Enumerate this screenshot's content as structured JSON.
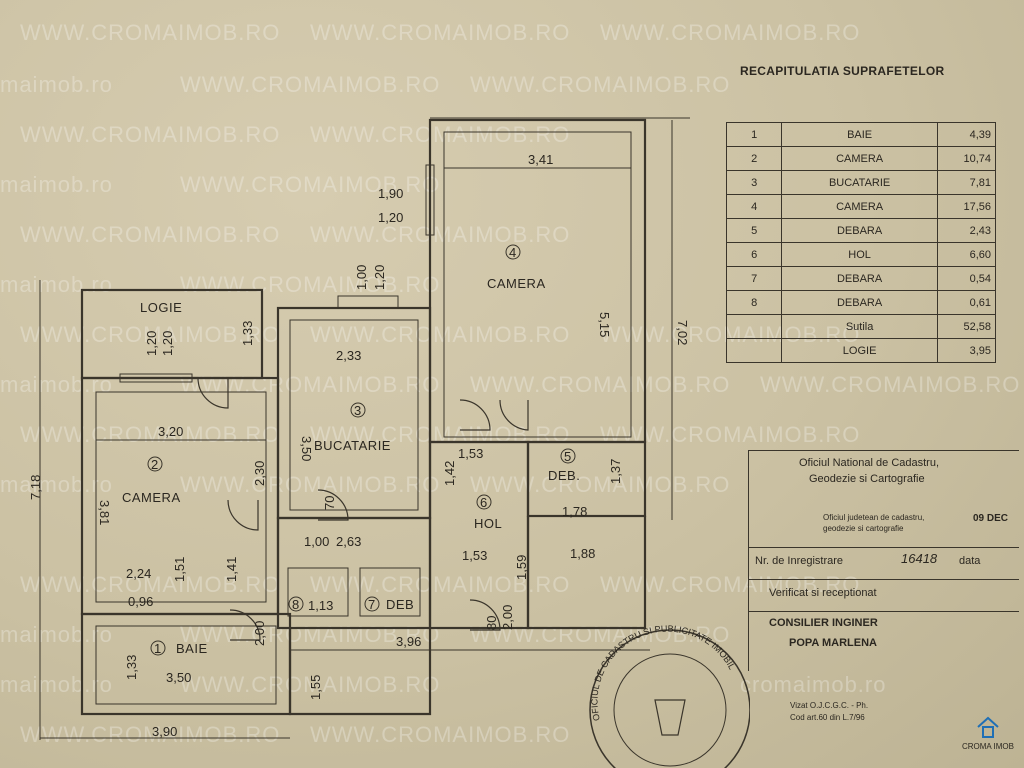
{
  "watermark": "WWW.CROMAIMOB.RO",
  "watermark_lower": "cromaimob.ro",
  "watermark_short": "maimob.ro",
  "plan": {
    "rooms": [
      {
        "number": "1",
        "name": "BAIE"
      },
      {
        "number": "2",
        "name": "CAMERA"
      },
      {
        "number": "3",
        "name": "BUCATARIE"
      },
      {
        "number": "4",
        "name": "CAMERA"
      },
      {
        "number": "5",
        "name": "DEB."
      },
      {
        "number": "6",
        "name": "HOL"
      },
      {
        "number": "7",
        "name": "DEB"
      },
      {
        "number": "8",
        "name": ""
      }
    ],
    "logia_label": "LOGIE",
    "dimensions": {
      "d341": "3,41",
      "d190": "1,90",
      "d120a": "1,20",
      "d100": "1,00",
      "d120b": "1,20",
      "d515": "5,15",
      "d702": "7,02",
      "d233": "2,33",
      "d350a": "3,50",
      "d320": "3,20",
      "d230": "2,30",
      "d381": "3,81",
      "d224": "2,24",
      "d151": "1,51",
      "d096": "0,96",
      "d141": "1,41",
      "d113": "1,13",
      "d263": "2,63",
      "d153a": "1,53",
      "d153b": "1,53",
      "d178": "1,78",
      "d188": "1,88",
      "d159": "1,59",
      "d396": "3,96",
      "d350b": "3,50",
      "d390": "3,90",
      "d718": "7,18",
      "d133a": "1,33",
      "d133b": "1,33",
      "d155": "1,55",
      "d200a": "2,00",
      "d200b": "2,00",
      "d137": "1,37",
      "d142": "1,42",
      "d080": "80",
      "d070": "70",
      "d010": "1,00",
      "d120c": "1,20",
      "d120d": "1,20"
    }
  },
  "recap": {
    "title": "RECAPITULATIA SUPRAFETELOR",
    "rows": [
      {
        "n": "1",
        "name": "BAIE",
        "area": "4,39"
      },
      {
        "n": "2",
        "name": "CAMERA",
        "area": "10,74"
      },
      {
        "n": "3",
        "name": "BUCATARIE",
        "area": "7,81"
      },
      {
        "n": "4",
        "name": "CAMERA",
        "area": "17,56"
      },
      {
        "n": "5",
        "name": "DEBARA",
        "area": "2,43"
      },
      {
        "n": "6",
        "name": "HOL",
        "area": "6,60"
      },
      {
        "n": "7",
        "name": "DEBARA",
        "area": "0,54"
      },
      {
        "n": "8",
        "name": "DEBARA",
        "area": "0,61"
      },
      {
        "n": "",
        "name": "Sutila",
        "area": "52,58"
      },
      {
        "n": "",
        "name": "LOGIE",
        "area": "3,95"
      }
    ]
  },
  "stamp": {
    "office": "Oficiul National de Cadastru,",
    "office2": "Geodezie si Cartografie",
    "county_office": "Oficiul judetean de cadastru,",
    "county_office2": "geodezie si cartografie",
    "date_fragment": "09 DEC",
    "reg_label": "Nr. de Inregistrare",
    "reg_number": "16418",
    "data_label": "data",
    "verified": "Verificat si receptionat",
    "engineer_title": "CONSILIER INGINER",
    "engineer_name": "POPA MARLENA",
    "seal_text": "OFICIUL DE CADASTRU SI PUBLICITATE IMOBILIARA AL JUDETULUI PRAHOVA"
  },
  "bottom_note": {
    "line1": "Vizat O.J.C.G.C. - Ph.",
    "line2": "Cod art.60 din L.7/96"
  },
  "logo": {
    "label": "CROMA IMOB"
  },
  "colors": {
    "paper": "#cdc3a6",
    "ink": "#2e2a22"
  }
}
